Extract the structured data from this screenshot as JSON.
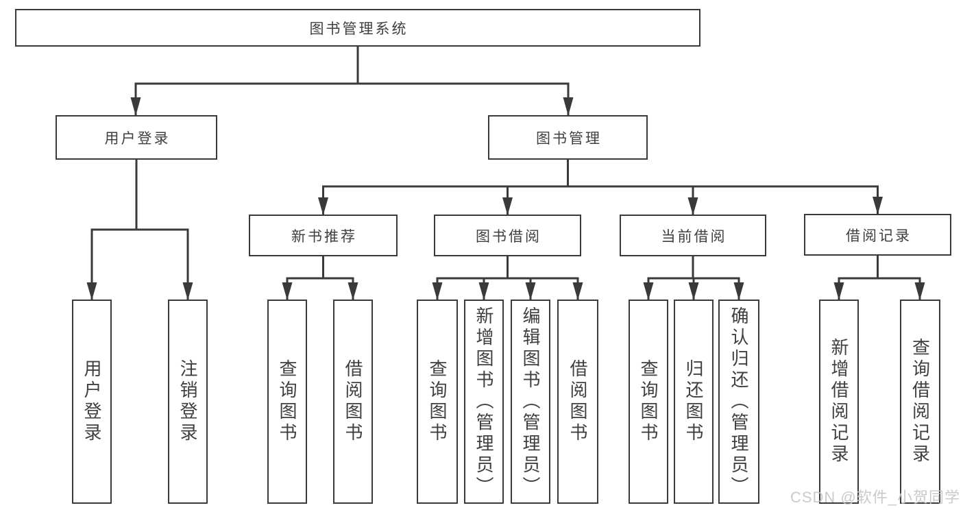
{
  "colors": {
    "line": "#3a3a3a",
    "box_border": "#3a3a3a",
    "label_text": "#3f3f3f",
    "watermark_text": "#c5c5c5",
    "background": "#ffffff"
  },
  "tree": {
    "root": {
      "label": "图书管理系统"
    },
    "branches": [
      {
        "label": "用户登录",
        "children": [
          {
            "label": "用户登录"
          },
          {
            "label": "注销登录"
          }
        ]
      },
      {
        "label": "图书管理",
        "children": [
          {
            "label": "新书推荐",
            "children": [
              {
                "label": "查询图书"
              },
              {
                "label": "借阅图书"
              }
            ]
          },
          {
            "label": "图书借阅",
            "children": [
              {
                "label": "查询图书"
              },
              {
                "label": "新增图书（管理员）"
              },
              {
                "label": "编辑图书（管理员）"
              },
              {
                "label": "借阅图书"
              }
            ]
          },
          {
            "label": "当前借阅",
            "children": [
              {
                "label": "查询图书"
              },
              {
                "label": "归还图书"
              },
              {
                "label": "确认归还（管理员）"
              }
            ]
          },
          {
            "label": "借阅记录",
            "children": [
              {
                "label": "新增借阅记录"
              },
              {
                "label": "查询借阅记录"
              }
            ]
          }
        ]
      }
    ]
  },
  "watermark": {
    "text": "CSDN @软件_小贺同学"
  }
}
